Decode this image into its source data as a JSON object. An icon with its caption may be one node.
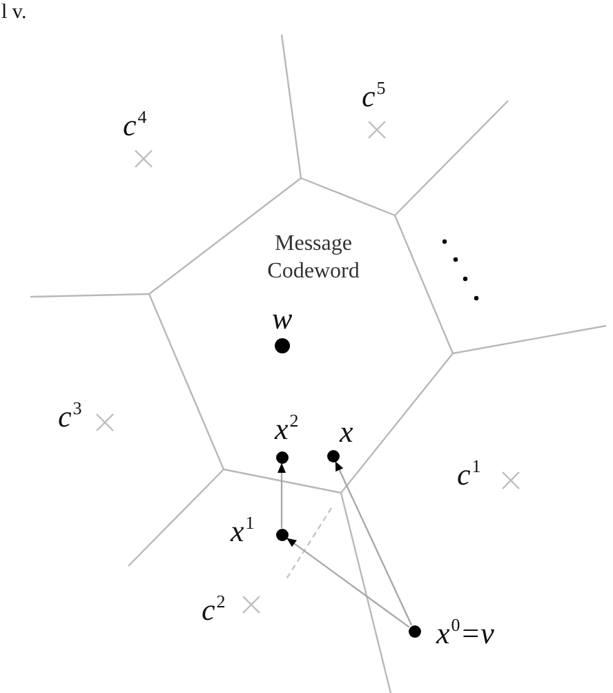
{
  "diagram": {
    "nodes": [
      {
        "text": [],
        "shape": "circle",
        "beside": [
          "w"
        ]
      },
      {
        "text": [],
        "shape": "circle",
        "beside": [
          "x$^{2}$"
        ]
      },
      {
        "text": [],
        "shape": "circle",
        "beside": [
          "x"
        ]
      },
      {
        "text": [],
        "shape": "circle",
        "beside": [
          "x$^{1}$"
        ]
      },
      {
        "text": [],
        "shape": "circle",
        "beside": [
          "x$^{0}$=v"
        ]
      }
    ],
    "edges": [
      {
        "from": 4,
        "to": 3,
        "arrow": "to"
      },
      {
        "from": 3,
        "to": 1,
        "arrow": "to"
      },
      {
        "from": 4,
        "to": 2,
        "arrow": "to"
      }
    ],
    "labels": [
      "l v.",
      "c$^{5}$",
      "c$^{4}$",
      "Message Codeword",
      "c$^{3}$",
      "c$^{1}$",
      "c$^{2}$"
    ]
  }
}
